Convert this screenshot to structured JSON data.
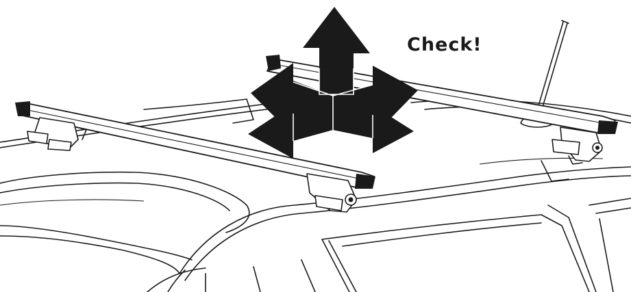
{
  "annotation": {
    "text": "Check!"
  },
  "colors": {
    "ink": "#1a1a1a",
    "background": "#ffffff"
  },
  "figure": {
    "subject": "car-roof-with-crossbar-rack",
    "arrow-directions": [
      "up",
      "left",
      "right",
      "down-left",
      "down-right"
    ]
  }
}
